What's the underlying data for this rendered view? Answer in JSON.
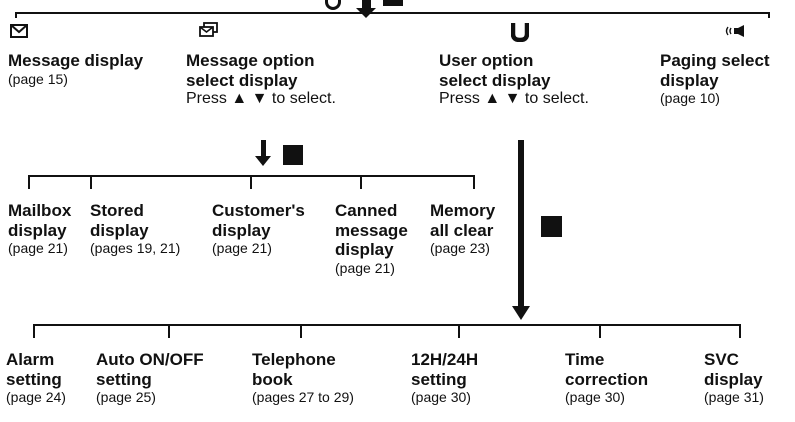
{
  "top": [
    {
      "title": [
        "Message display"
      ],
      "page": "(page 15)",
      "icon": "envelope-icon"
    },
    {
      "title": [
        "Message option",
        "select display"
      ],
      "press": "Press ▲ ▼ to select.",
      "icon": "message-stack-icon"
    },
    {
      "title": [
        "User option",
        "select display"
      ],
      "press": "Press ▲ ▼ to select.",
      "icon": "u-letter-icon"
    },
    {
      "title": [
        "Paging select",
        "display"
      ],
      "page": "(page 10)",
      "icon": "speaker-waves-icon"
    }
  ],
  "message_options": [
    {
      "title": [
        "Mailbox",
        "display"
      ],
      "page": "(page 21)"
    },
    {
      "title": [
        "Stored",
        "display"
      ],
      "page": "(pages 19, 21)"
    },
    {
      "title": [
        "Customer's",
        "display"
      ],
      "page": "(page 21)"
    },
    {
      "title": [
        "Canned",
        "message",
        "display"
      ],
      "page": "(page 21)"
    },
    {
      "title": [
        "Memory",
        "all clear"
      ],
      "page": "(page 23)"
    }
  ],
  "user_options": [
    {
      "title": [
        "Alarm",
        "setting"
      ],
      "page": "(page 24)"
    },
    {
      "title": [
        "Auto ON/OFF",
        "setting"
      ],
      "page": "(page 25)"
    },
    {
      "title": [
        "Telephone",
        "book"
      ],
      "page": "(pages 27 to 29)"
    },
    {
      "title": [
        "12H/24H",
        "setting"
      ],
      "page": "(page 30)"
    },
    {
      "title": [
        "Time",
        "correction"
      ],
      "page": "(page 30)"
    },
    {
      "title": [
        "SVC",
        "display"
      ],
      "page": "(page 31)"
    }
  ],
  "colors": {
    "ink": "#111111",
    "background": "#ffffff"
  }
}
